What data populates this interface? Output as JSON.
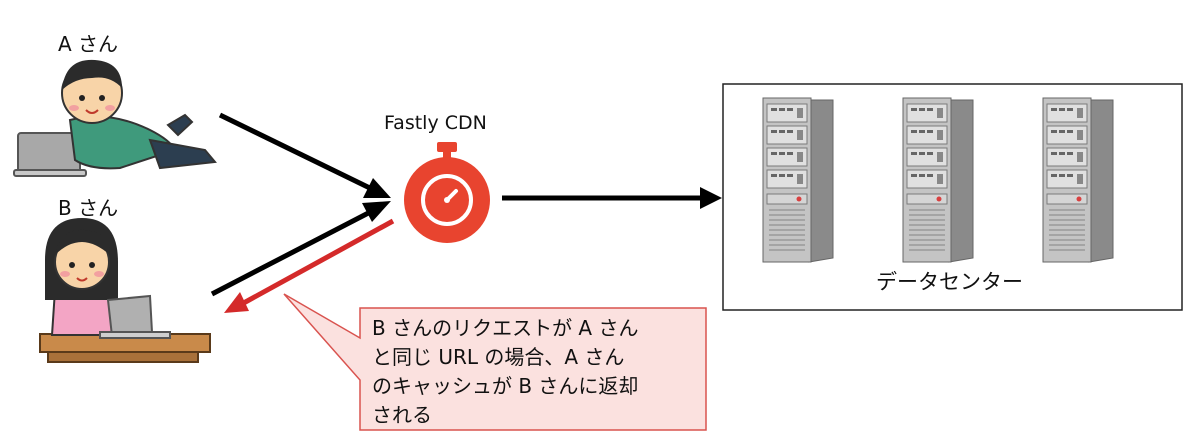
{
  "people": {
    "user_a": "A さん",
    "user_b": "B さん"
  },
  "cdn": {
    "label": "Fastly CDN",
    "icon": "stopwatch-icon",
    "color": "#e8442f"
  },
  "datacenter": {
    "label": "データセンター",
    "server_count": 3
  },
  "callout": {
    "lines": [
      "B さんのリクエストが A さん",
      "と同じ URL の場合、A さん",
      "のキャッシュが B さんに返却",
      "される"
    ],
    "fill": "#fbe1df",
    "border": "#d9534f"
  },
  "colors": {
    "arrow": "#000000",
    "return_arrow": "#d42a2a"
  }
}
